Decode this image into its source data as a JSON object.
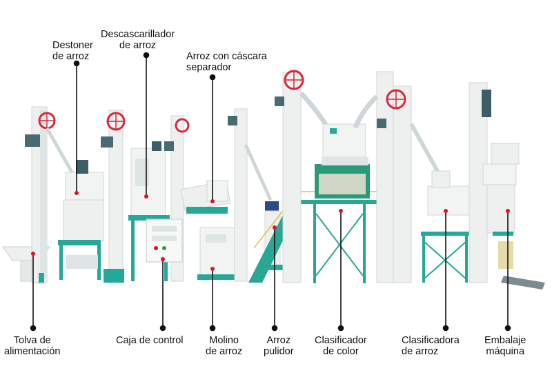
{
  "colors": {
    "machine_body": "#eef0f0",
    "machine_shade": "#cfd6d8",
    "teal_frame": "#23a99a",
    "pulley_red": "#d9283c",
    "marker_red": "#e0102a",
    "leader_line": "#111111",
    "stair_teal": "#2aa695",
    "handrail_yellow": "#e8b84a"
  },
  "labels": {
    "destoner": [
      "Destoner",
      "de arroz"
    ],
    "husker": [
      "Descascarillador",
      "de arroz"
    ],
    "separator": [
      "Arroz con cáscara",
      "separador"
    ],
    "hopper": [
      "Tolva de",
      "alimentación"
    ],
    "control_box": [
      "Caja de control"
    ],
    "mill": [
      "Molino",
      "de arroz"
    ],
    "polisher": [
      "Arroz",
      "pulidor"
    ],
    "color_sorter": [
      "Clasificador",
      "de color"
    ],
    "grader": [
      "Clasificadora",
      "de arroz"
    ],
    "packing": [
      "Embalaje",
      "máquina"
    ]
  }
}
